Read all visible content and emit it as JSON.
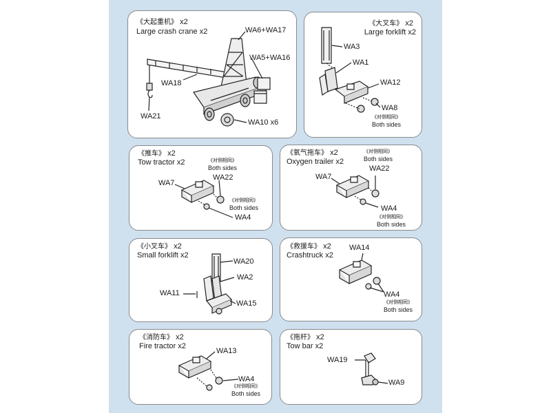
{
  "panels": {
    "crane": {
      "title_zh": "《大起重机》",
      "title_qty": "x2",
      "title_en": "Large crash crane x2",
      "parts": [
        "WA6+WA17",
        "WA5+WA16",
        "WA18",
        "WA21",
        "WA10 x6"
      ]
    },
    "large_forklift": {
      "title_zh": "《大叉车》",
      "title_qty": "x2",
      "title_en": "Large forklift x2",
      "parts": [
        "WA3",
        "WA1",
        "WA12",
        "WA8"
      ],
      "note_zh": "《对侧相同》",
      "note_en": "Both sides"
    },
    "tow_tractor": {
      "title_zh": "《推车》",
      "title_qty": "x2",
      "title_en": "Tow tractor x2",
      "parts": [
        "WA7",
        "WA22",
        "WA4"
      ],
      "note1_zh": "《对侧相同》",
      "note1_en": "Both sides",
      "note2_zh": "《对侧相同》",
      "note2_en": "Both sides"
    },
    "oxygen_trailer": {
      "title_zh": "《氧气拖车》",
      "title_qty": "x2",
      "title_en": "Oxygen trailer x2",
      "parts": [
        "WA7",
        "WA22",
        "WA4"
      ],
      "note1_zh": "《对侧相同》",
      "note1_en": "Both sides",
      "note2_zh": "《对侧相同》",
      "note2_en": "Both sides"
    },
    "small_forklift": {
      "title_zh": "《小叉车》",
      "title_qty": "x2",
      "title_en": "Small forklift x2",
      "parts": [
        "WA20",
        "WA2",
        "WA11",
        "WA15"
      ]
    },
    "crashtruck": {
      "title_zh": "《救援车》",
      "title_qty": "x2",
      "title_en": "Crashtruck x2",
      "parts": [
        "WA14",
        "WA4"
      ],
      "note_zh": "《对侧相同》",
      "note_en": "Both sides"
    },
    "fire_tractor": {
      "title_zh": "《消防车》",
      "title_qty": "x2",
      "title_en": "Fire tractor x2",
      "parts": [
        "WA13",
        "WA4"
      ],
      "note_zh": "《对侧相同》",
      "note_en": "Both sides"
    },
    "tow_bar": {
      "title_zh": "《拖杆》",
      "title_qty": "x2",
      "title_en": "Tow bar x2",
      "parts": [
        "WA19",
        "WA9"
      ]
    }
  }
}
